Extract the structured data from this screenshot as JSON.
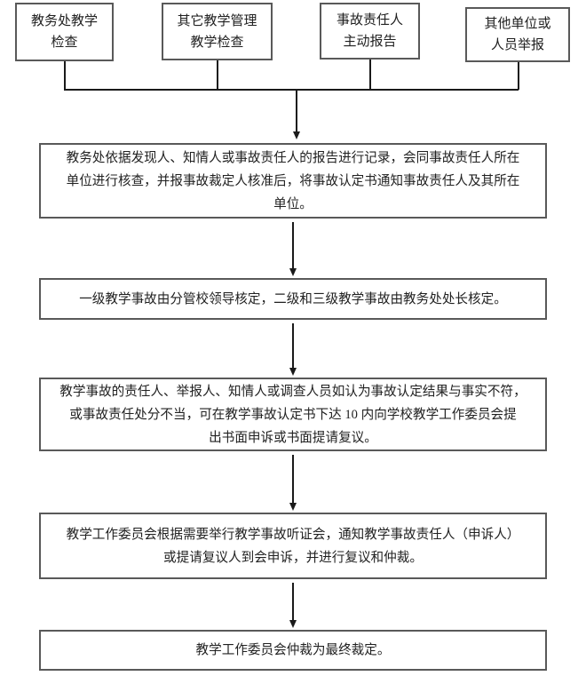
{
  "flowchart": {
    "sources": [
      {
        "lines": [
          "教务处教学",
          "检查"
        ]
      },
      {
        "lines": [
          "其它教学管理",
          "教学检查"
        ]
      },
      {
        "lines": [
          "事故责任人",
          "主动报告"
        ]
      },
      {
        "lines": [
          "其他单位或",
          "人员举报"
        ]
      }
    ],
    "steps": [
      {
        "lines": [
          "教务处依据发现人、知情人或事故责任人的报告进行记录，会同事故责任人所在",
          "单位进行核查，并报事故裁定人核准后，将事故认定书通知事故责任人及其所在",
          "单位。"
        ]
      },
      {
        "lines": [
          "一级教学事故由分管校领导核定，二级和三级教学事故由教务处处长核定。"
        ]
      },
      {
        "lines": [
          "教学事故的责任人、举报人、知情人或调查人员如认为事故认定结果与事实不符，",
          "或事故责任处分不当，可在教学事故认定书下达 10 内向学校教学工作委员会提",
          "出书面申诉或书面提请复议。"
        ]
      },
      {
        "lines": [
          "教学工作委员会根据需要举行教学事故听证会，通知教学事故责任人（申诉人）",
          "或提请复议人到会申诉，并进行复议和仲裁。"
        ]
      },
      {
        "lines": [
          "教学工作委员会仲裁为最终裁定。"
        ]
      }
    ],
    "colors": {
      "box_border": "#595959",
      "connector_line": "#1a1a1a",
      "text": "#212121",
      "background": "#ffffff"
    }
  }
}
